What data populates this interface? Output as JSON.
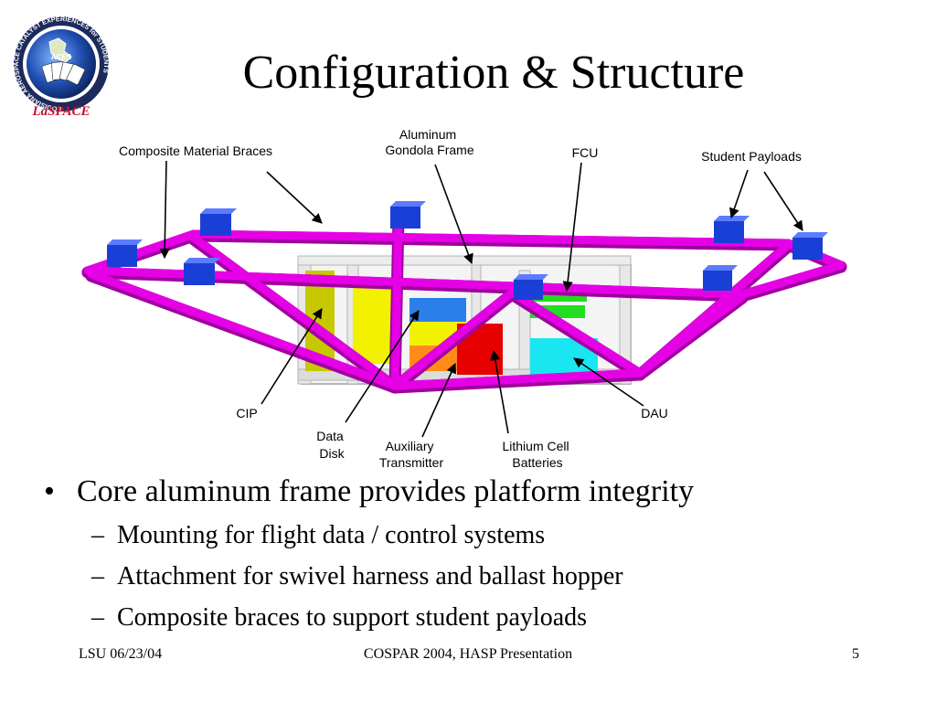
{
  "logo": {
    "ring_text": "LOUISIANA AEROSPACE CATALYST EXPERIENCES for STUDENTS",
    "center_text": "ACES",
    "brand": "LaSPACE"
  },
  "title": "Configuration & Structure",
  "diagram": {
    "labels": {
      "composite_braces": [
        "Composite Material Braces"
      ],
      "aluminum_frame": [
        "Aluminum",
        "Gondola Frame"
      ],
      "fcu": [
        "FCU"
      ],
      "student_payloads": [
        "Student Payloads"
      ],
      "cip": [
        "CIP"
      ],
      "data_disk": [
        "Data",
        "Disk"
      ],
      "aux_transmitter": [
        "Auxiliary",
        "Transmitter"
      ],
      "lithium_batteries": [
        "Lithium Cell",
        "Batteries"
      ],
      "dau": [
        "DAU"
      ]
    }
  },
  "bullets": {
    "main": {
      "marker": "•",
      "text": "Core aluminum frame provides platform integrity"
    },
    "sub": [
      {
        "marker": "–",
        "text": "Mounting for flight data / control systems"
      },
      {
        "marker": "–",
        "text": "Attachment for swivel harness and ballast hopper"
      },
      {
        "marker": "–",
        "text": "Composite braces to support student payloads"
      }
    ]
  },
  "footer": {
    "left": "LSU 06/23/04",
    "center": "COSPAR 2004, HASP Presentation",
    "page": "5"
  },
  "colors": {
    "braces": "#e600e6",
    "braces_shadow": "#a000a0",
    "payload_box": "#1a3fd6",
    "payload_box_top": "#5c7cff",
    "frame": "#e8e8e8",
    "frame_shadow": "#b5b5b5",
    "cip_yellow": "#f2f200",
    "cip_dark": "#c8c800",
    "fcu_green": "#22dd22",
    "dau_cyan": "#19e6f0",
    "battery_red": "#e60000",
    "transmitter_orange": "#ff8c1a",
    "data_disk_blue": "#2b7fe8",
    "logo_navy": "#1d2a5c",
    "logo_red": "#c8102e"
  }
}
